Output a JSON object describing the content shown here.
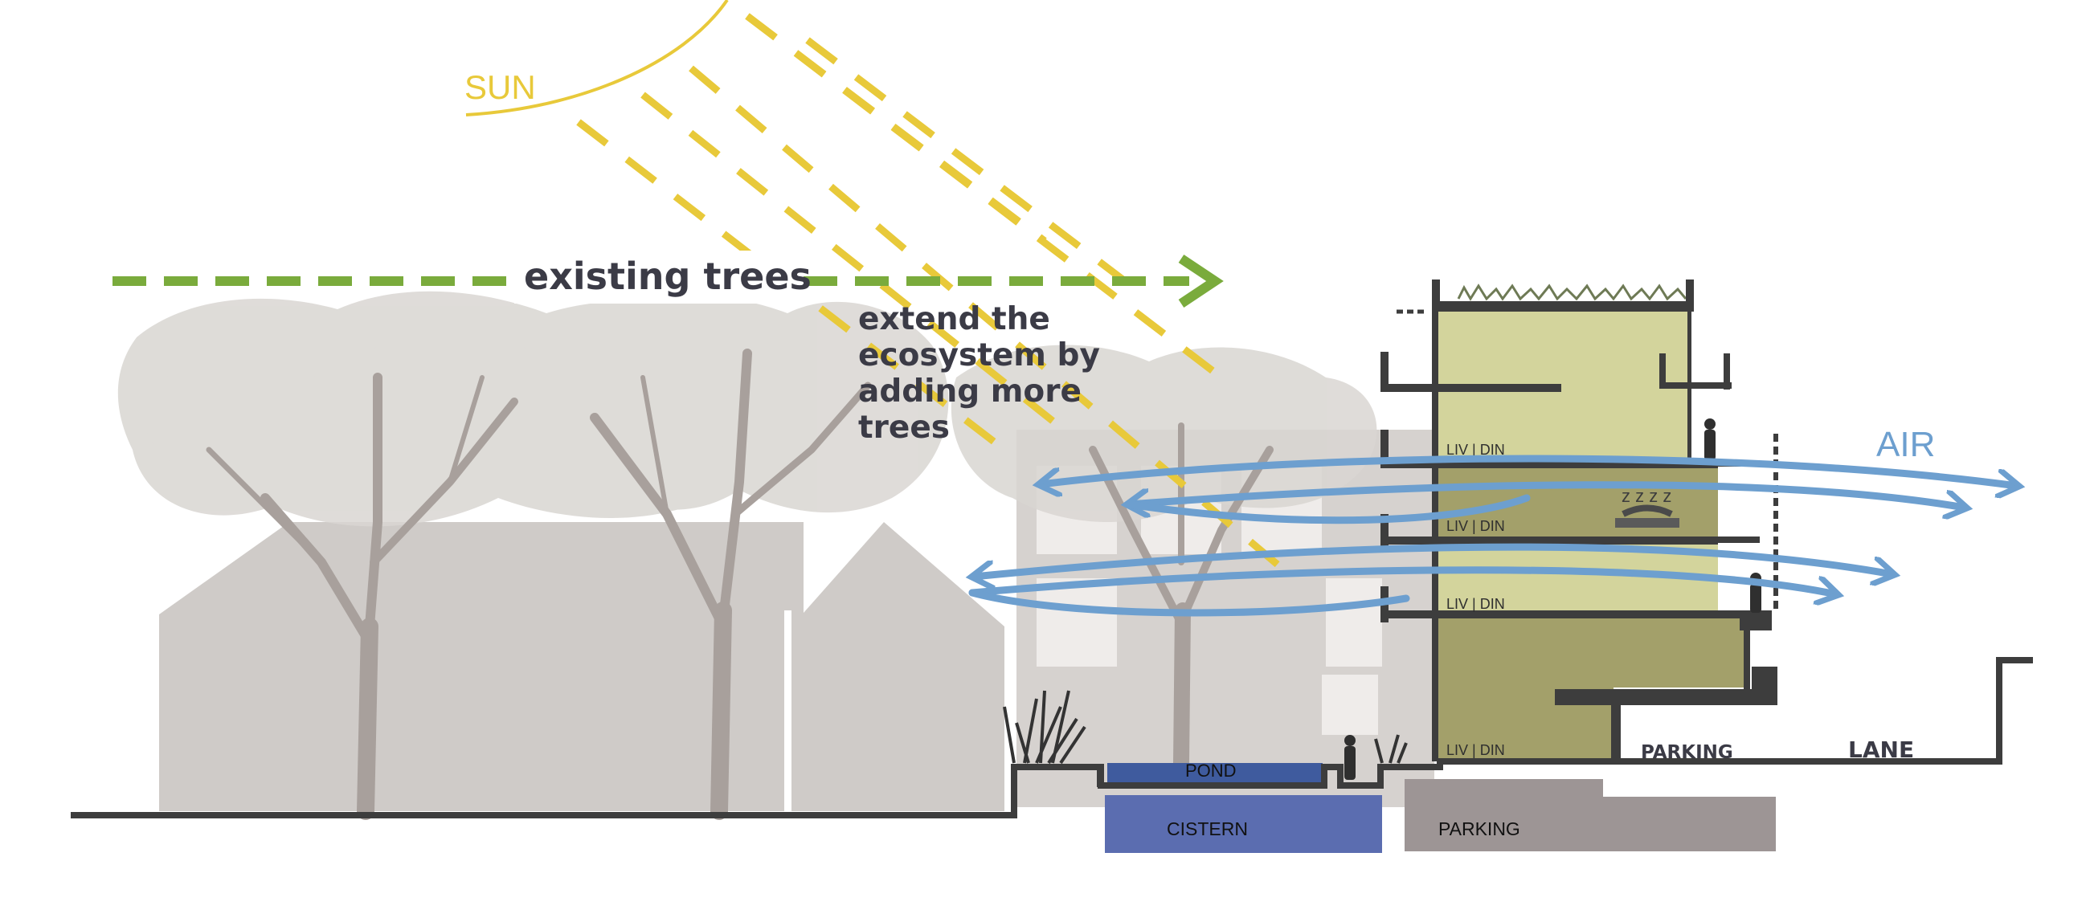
{
  "labels": {
    "sun": "SUN",
    "existing_trees": "existing trees",
    "extend_line1": "extend the",
    "extend_line2": "ecosystem by",
    "extend_line3": "adding more",
    "extend_line4": "trees",
    "air": "AIR",
    "liv_din": "LIV | DIN",
    "parking_upper": "PARKING",
    "lane": "LANE",
    "pond": "POND",
    "cistern": "CISTERN",
    "parking_lower": "PARKING"
  },
  "colors": {
    "sun": "#e8c93a",
    "existing_trees": "#7aab3c",
    "air": "#6d9fcf",
    "text_dark": "#3b3b46",
    "ground": "#3d3d3d",
    "building_green": "#d3d49c",
    "building_olive": "#a3a06a",
    "pond": "#3f5b9e",
    "cistern": "#5b6db0",
    "parking_lower": "#9d9595",
    "tree_canopy": "#d9d6d2",
    "tree_trunk": "#a8a09c",
    "house": "#cfcbc8"
  }
}
